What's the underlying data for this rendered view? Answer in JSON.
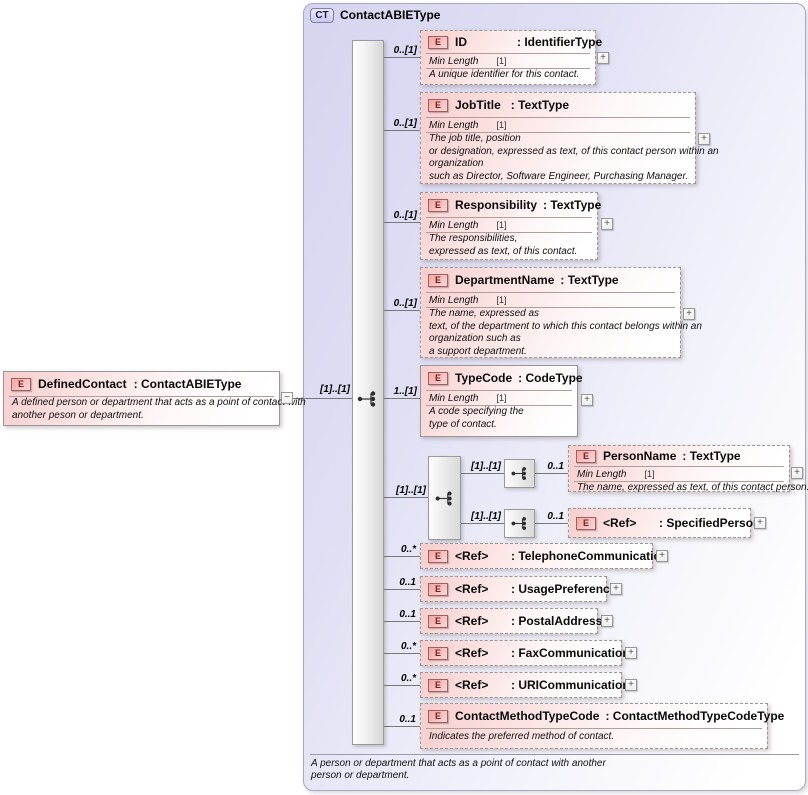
{
  "panel": {
    "badge": "CT",
    "title": "ContactABIEType",
    "footer": [
      "A person or department that acts as a point of contact with another",
      "person or department."
    ]
  },
  "root": {
    "badge": "E",
    "name": "DefinedContact",
    "type": ": ContactABIEType",
    "cardinality": "[1]..[1]",
    "doc": [
      "A defined person or department that acts as a point of contact with",
      "another peson or department."
    ]
  },
  "icons": {
    "expand": "+",
    "collapse": "−"
  },
  "groups": {
    "main_cardinality": "[1]..[1]",
    "inner1_cardinality": "[1]..[1]",
    "inner2_cardinality": "[1]..[1]"
  },
  "elements": [
    {
      "badge": "E",
      "name": "ID",
      "type": ": IdentifierType",
      "cardinality": "0..[1]",
      "facet_name": "Min Length",
      "facet_value": "[1]",
      "doc": [
        "A unique identifier for this contact."
      ]
    },
    {
      "badge": "E",
      "name": "JobTitle",
      "type": ": TextType",
      "cardinality": "0..[1]",
      "facet_name": "Min Length",
      "facet_value": "[1]",
      "doc": [
        "The job title, position",
        "or designation, expressed as text, of this contact person within an",
        "organization",
        "such as Director, Software Engineer, Purchasing Manager."
      ]
    },
    {
      "badge": "E",
      "name": "Responsibility",
      "type": ": TextType",
      "cardinality": "0..[1]",
      "facet_name": "Min Length",
      "facet_value": "[1]",
      "doc": [
        "The responsibilities,",
        "expressed as text, of this contact."
      ]
    },
    {
      "badge": "E",
      "name": "DepartmentName",
      "type": ": TextType",
      "cardinality": "0..[1]",
      "facet_name": "Min Length",
      "facet_value": "[1]",
      "doc": [
        "The name, expressed as",
        "text, of the department to which this contact belongs within an",
        "organization such as",
        "a support department."
      ]
    },
    {
      "badge": "E",
      "name": "TypeCode",
      "type": ": CodeType",
      "cardinality": "1..[1]",
      "facet_name": "Min Length",
      "facet_value": "[1]",
      "doc": [
        "A code specifying the",
        "type of contact."
      ]
    },
    {
      "badge": "E",
      "name": "PersonName",
      "type": ": TextType",
      "cardinality": "0..1",
      "facet_name": "Min Length",
      "facet_value": "[1]",
      "doc": [
        "The name, expressed as text, of this contact person."
      ]
    },
    {
      "badge": "E",
      "name": "<Ref>",
      "type": ": SpecifiedPerson",
      "cardinality": "0..1"
    },
    {
      "badge": "E",
      "name": "<Ref>",
      "type": ": TelephoneCommunication",
      "cardinality": "0..*"
    },
    {
      "badge": "E",
      "name": "<Ref>",
      "type": ": UsagePreference",
      "cardinality": "0..1"
    },
    {
      "badge": "E",
      "name": "<Ref>",
      "type": ": PostalAddress",
      "cardinality": "0..1"
    },
    {
      "badge": "E",
      "name": "<Ref>",
      "type": ": FaxCommunication",
      "cardinality": "0..*"
    },
    {
      "badge": "E",
      "name": "<Ref>",
      "type": ": URICommunication",
      "cardinality": "0..*"
    },
    {
      "badge": "E",
      "name": "ContactMethodTypeCode",
      "type": ": ContactMethodTypeCodeType",
      "cardinality": "0..1",
      "doc": [
        "Indicates the preferred method of contact."
      ]
    }
  ]
}
